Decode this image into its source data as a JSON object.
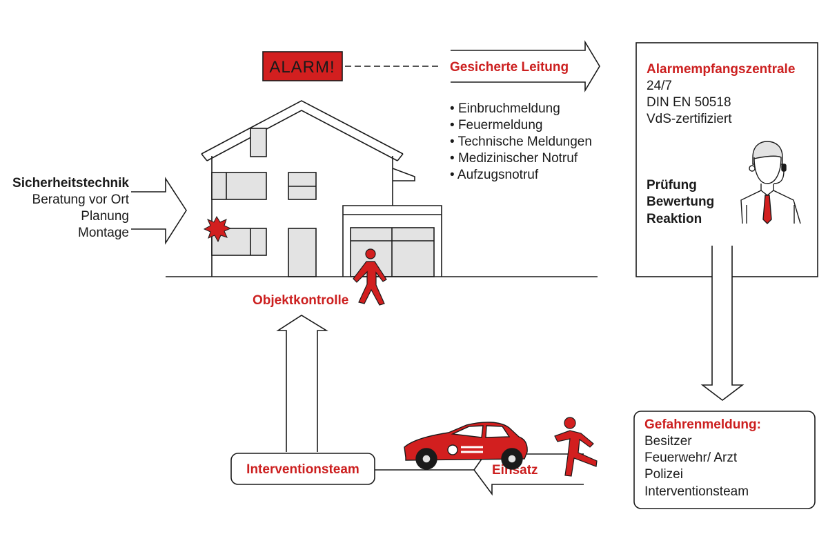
{
  "colors": {
    "accent": "#d21f1f",
    "ink": "#1a1a1a",
    "fill_light": "#e3e3e3"
  },
  "alarm_label": "ALARM!",
  "line_label": "Gesicherte Leitung",
  "messages": [
    "Einbruchmeldung",
    "Feuermeldung",
    "Technische Meldungen",
    "Medizinischer Notruf",
    "Aufzugsnotruf"
  ],
  "security_tech": {
    "title": "Sicherheitstechnik",
    "items": [
      "Beratung vor Ort",
      "Planung",
      "Montage"
    ]
  },
  "center": {
    "title": "Alarmempfangszentrale",
    "lines": [
      "24/7",
      "DIN EN 50518",
      "VdS-zertifiziert"
    ],
    "steps": [
      "Prüfung",
      "Bewertung",
      "Reaktion"
    ]
  },
  "object_control": "Objektkontrolle",
  "intervention_team": "Interventionsteam",
  "deployment": "Einsatz",
  "danger_report": {
    "title": "Gefahrenmeldung:",
    "recipients": [
      "Besitzer",
      "Feuerwehr/ Arzt",
      "Polizei",
      "Interventionsteam"
    ]
  },
  "icons": {
    "car": "patrol-car-icon",
    "runner": "running-person-icon",
    "walker": "walking-person-icon",
    "operator": "headset-operator-icon",
    "burst": "alarm-burst-icon",
    "house": "house-icon"
  }
}
